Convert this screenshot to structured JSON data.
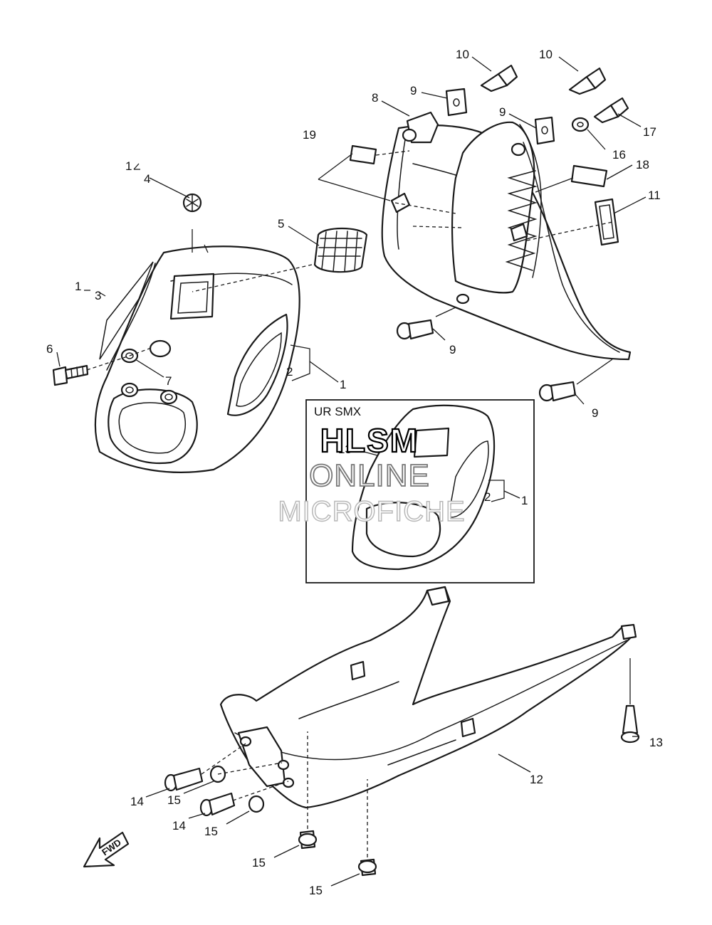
{
  "diagram": {
    "callouts": {
      "c1_main": "1",
      "c2_main": "2",
      "c1_above_3": "1",
      "c3": "3",
      "c1_above_4": "1",
      "c4": "4",
      "c5": "5",
      "c6": "6",
      "c7": "7",
      "c8": "8",
      "c9_clip_a": "9",
      "c9_clip_b": "9",
      "c9_screw_a": "9",
      "c9_screw_b": "9",
      "c10_a": "10",
      "c10_b": "10",
      "c11": "11",
      "c12": "12",
      "c13": "13",
      "c14_a": "14",
      "c14_b": "14",
      "c15_a": "15",
      "c15_b": "15",
      "c15_c": "15",
      "c15_d": "15",
      "c16": "16",
      "c17": "17",
      "c18": "18",
      "c19": "19",
      "inset_c1": "1",
      "inset_c2": "2",
      "inset_c13": "13"
    },
    "inset_title": "UR SMX",
    "watermark": {
      "line1": "HLSM",
      "line2": "ONLINE",
      "line3": "MICROFICHE"
    },
    "direction_arrow_label": "FWD"
  }
}
